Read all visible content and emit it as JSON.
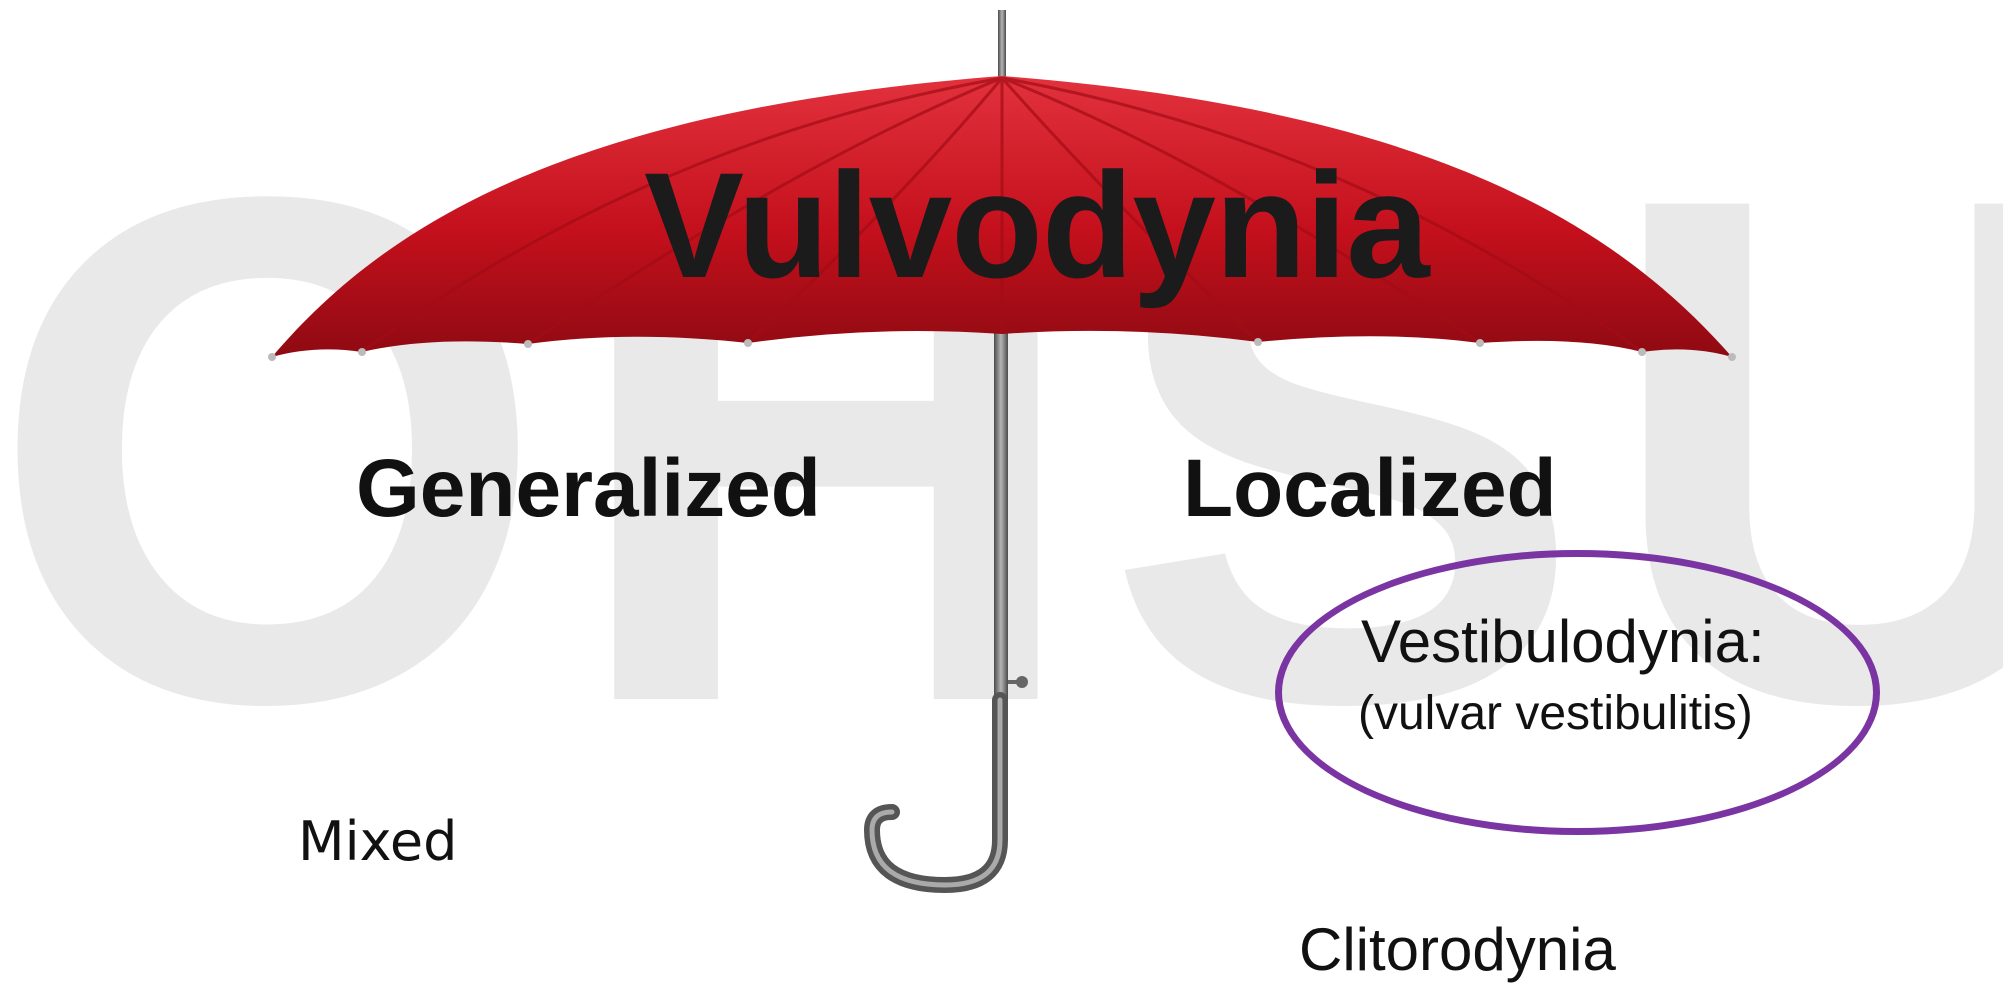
{
  "watermark": "OHSU",
  "title": "Vulvodynia",
  "branches": {
    "generalized": "Generalized",
    "localized": "Localized"
  },
  "subtypes": {
    "mixed": "Mixed",
    "vestibulodynia": "Vestibulodynia:",
    "vestibulodynia_alias": "(vulvar vestibulitis)",
    "clitorodynia": "Clitorodynia"
  },
  "colors": {
    "umbrella_canopy": "#c4101c",
    "umbrella_shaft": "#7a7a7a",
    "highlight_ellipse": "#7a35a3",
    "watermark": "#e9e9e9",
    "text": "#111111"
  }
}
